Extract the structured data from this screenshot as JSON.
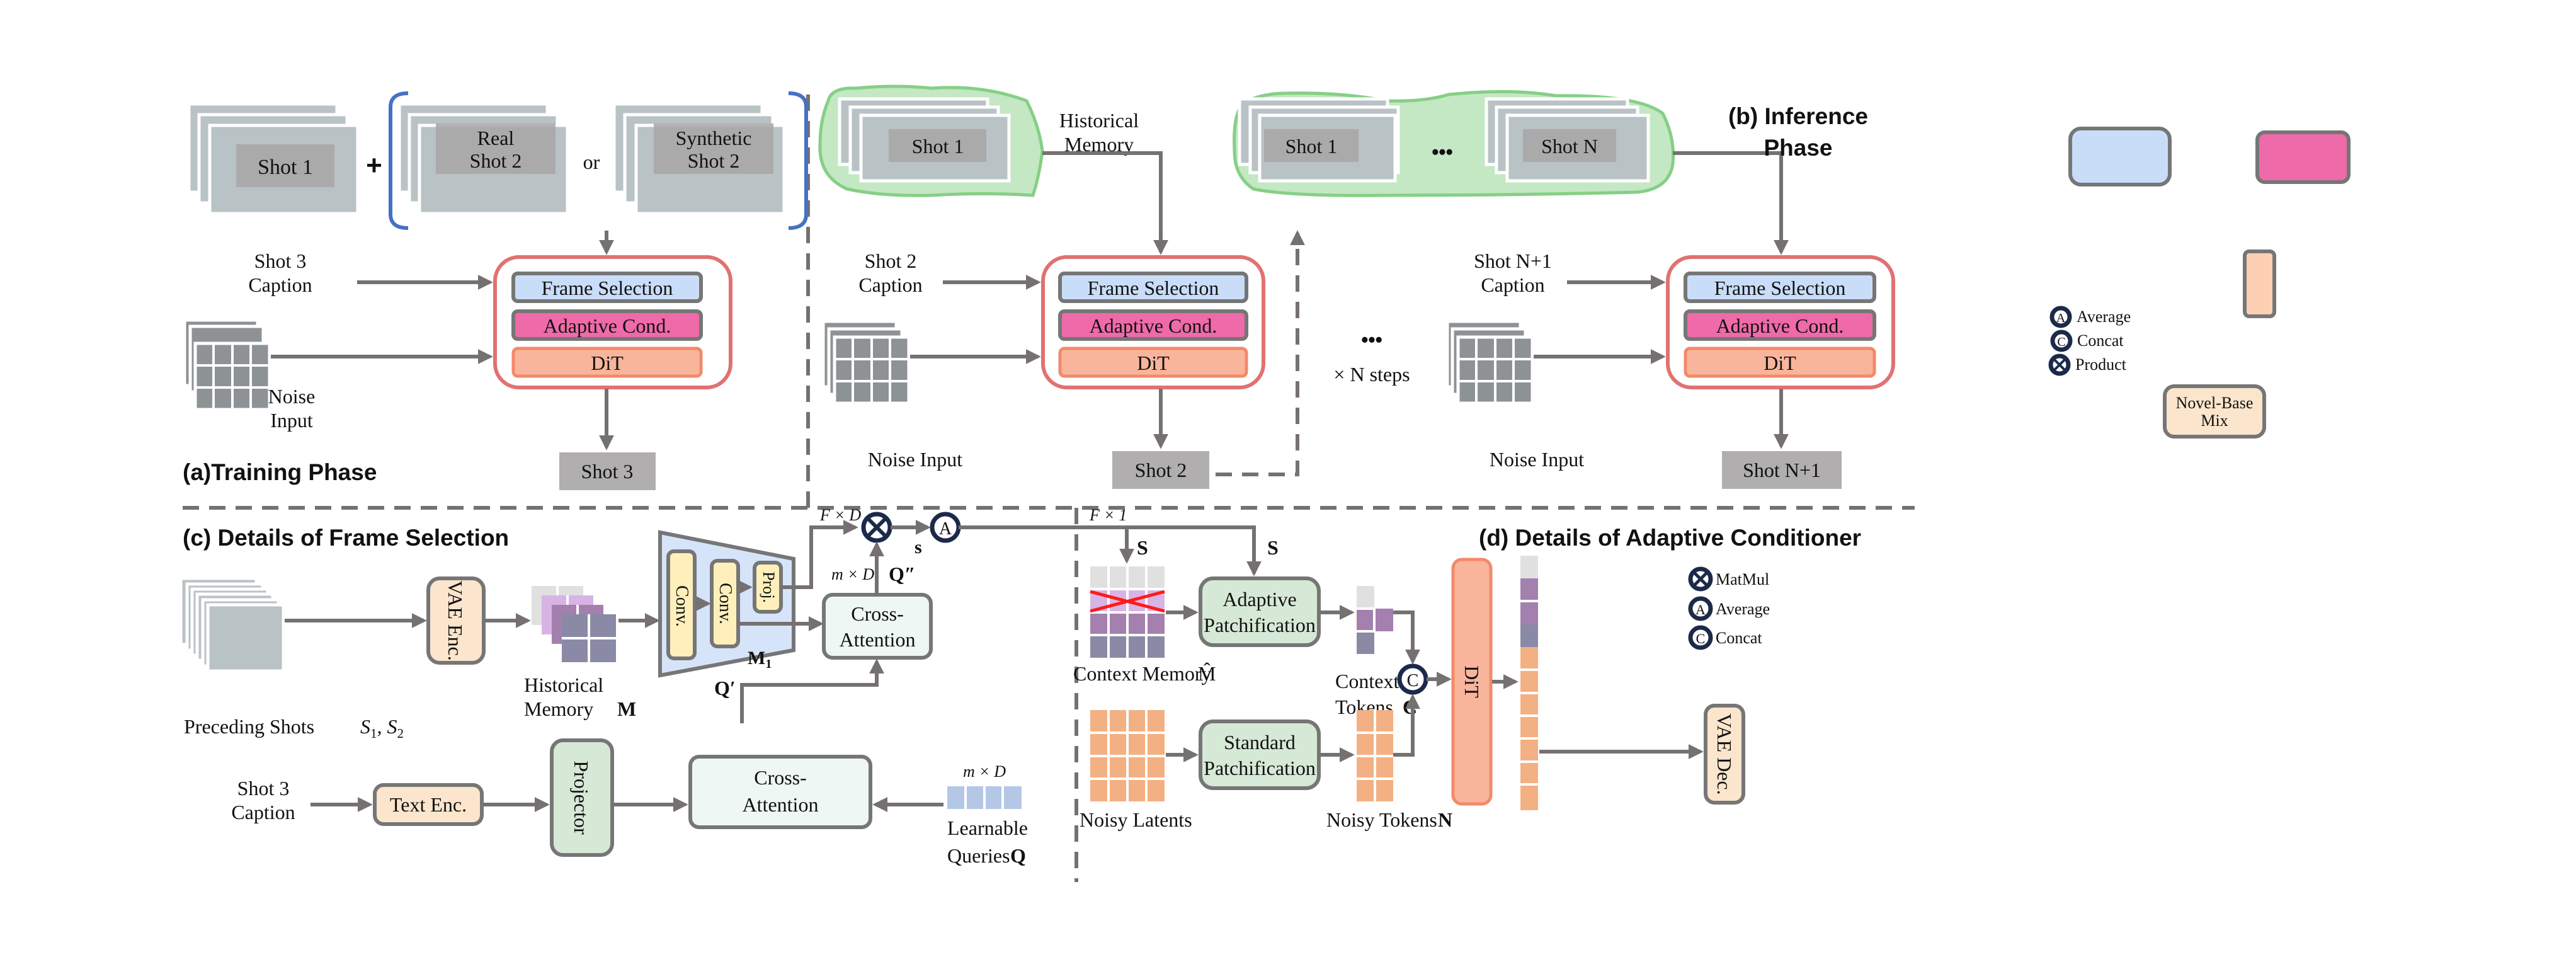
{
  "colors": {
    "frame_selection": "#c9ddf8",
    "adaptive_cond": "#ef6aa8",
    "dit": "#f9b59c",
    "dit_border": "#f28a69",
    "module_border": "#e07272",
    "memory_green": "#c3e8c3",
    "memory_green_border": "#86cf86",
    "bracket_blue": "#4472c4",
    "vae": "#fbe5cc",
    "projector": "#d6e8d6",
    "cross_attn": "#eef7f4",
    "conv": "#fff0bb",
    "encoder_trap": "#d6e4fa",
    "queries": "#b4c7e7",
    "latent_orange": "#f3b083",
    "token_gray": "#e0e0e0",
    "token_lilac": "#d8b4e4",
    "token_purple": "#a380ae",
    "token_slate": "#8a8aa6",
    "output_gray": "#b0aeae",
    "op_navy": "#1c2a4a",
    "cross_red": "#ff1a1a"
  },
  "training": {
    "title": "(a)Training Phase",
    "shot1": "Shot 1",
    "plus": "+",
    "real_shot2": [
      "Real",
      "Shot 2"
    ],
    "or": "or",
    "synthetic_shot2": [
      "Synthetic",
      "Shot 2"
    ],
    "caption": [
      "Shot 3",
      "Caption"
    ],
    "noise": [
      "Noise",
      "Input"
    ],
    "module": {
      "frame_selection": "Frame Selection",
      "adaptive_cond": "Adaptive Cond.",
      "dit": "DiT"
    },
    "output": "Shot 3"
  },
  "inference": {
    "title": [
      "(b) Inference",
      "Phase"
    ],
    "step1": {
      "memory_shot": "Shot 1",
      "memory_label": [
        "Historical",
        "Memory"
      ],
      "caption": [
        "Shot 2",
        "Caption"
      ],
      "noise": "Noise Input",
      "module": {
        "frame_selection": "Frame Selection",
        "adaptive_cond": "Adaptive Cond.",
        "dit": "DiT"
      },
      "output": "Shot 2"
    },
    "ellipsis": "•••",
    "steps": "× N steps",
    "stepN": {
      "memory_shots": [
        "Shot 1",
        "Shot N"
      ],
      "memory_ellipsis": "•••",
      "caption": [
        "Shot N+1",
        "Caption"
      ],
      "noise": "Noise Input",
      "module": {
        "frame_selection": "Frame Selection",
        "adaptive_cond": "Adaptive Cond.",
        "dit": "DiT"
      },
      "output": "Shot N+1"
    }
  },
  "frame_selection_detail": {
    "title": "(c) Details of Frame Selection",
    "preceding": "Preceding Shots",
    "preceding_math": [
      "S",
      "1",
      ", S",
      "2"
    ],
    "vae_enc": "VAE Enc.",
    "historical_memory": [
      "Historical",
      "Memory"
    ],
    "memory_symbol": "M",
    "conv1": "Conv.",
    "conv2": "Conv.",
    "proj": "Proj.",
    "m1": "M",
    "m1_sub": "1",
    "fxd": "F × D",
    "mxd_top": "m × D",
    "q_double_prime": "Q″",
    "s_label": "s",
    "cross_attention_top": [
      "Cross-",
      "Attention"
    ],
    "q_prime": "Q′",
    "caption": [
      "Shot 3",
      "Caption"
    ],
    "text_enc": "Text Enc.",
    "projector": "Projector",
    "cross_attention_bottom": [
      "Cross-",
      "Attention"
    ],
    "mxd_bottom": "m × D",
    "learnable": [
      "Learnable",
      "Queries"
    ],
    "q_symbol": "Q"
  },
  "adaptive_detail": {
    "title": "(d) Details of Adaptive Conditioner",
    "fx1": "F × 1",
    "s_left": "S",
    "s_right": "S",
    "context_memory": "Context Memory",
    "context_memory_symbol": "M̂",
    "adaptive_patch": [
      "Adaptive",
      "Patchification"
    ],
    "context_tokens": [
      "Context",
      "Tokens"
    ],
    "c_symbol": "C",
    "noisy_latents": "Noisy Latents",
    "standard_patch": [
      "Standard",
      "Patchification"
    ],
    "noisy_tokens": "Noisy Tokens",
    "n_symbol": "N",
    "dit": "DiT",
    "vae_dec": "VAE Dec.",
    "legend": [
      {
        "symbol": "⊗",
        "label": "MatMul"
      },
      {
        "symbol": "A",
        "label": "Average"
      },
      {
        "symbol": "C",
        "label": "Concat"
      }
    ]
  },
  "operators": {
    "product": "×",
    "average": "A",
    "concat": "C"
  },
  "side_legend": {
    "items": [
      {
        "symbol": "A",
        "label": "Average"
      },
      {
        "symbol": "C",
        "label": "Concat"
      },
      {
        "symbol": "⊗",
        "label": "Product"
      }
    ],
    "novel_base": [
      "Novel-Base",
      "Mix"
    ]
  }
}
